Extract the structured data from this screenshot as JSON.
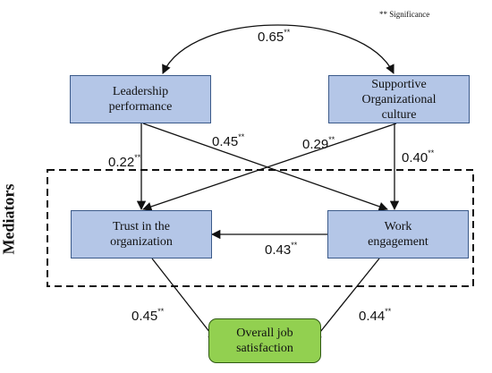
{
  "note": "** Significance",
  "group_label": "Mediators",
  "nodes": {
    "leadership": {
      "label": "Leadership\nperformance"
    },
    "supportive": {
      "label": "Supportive\nOrganizational\nculture"
    },
    "trust": {
      "label": "Trust in the\norganization"
    },
    "engagement": {
      "label": "Work\nengagement"
    },
    "satisfaction": {
      "label": "Overall job\nsatisfaction"
    }
  },
  "paths": {
    "corr": {
      "from": "Leadership performance",
      "to": "Supportive Organizational culture",
      "value": "0.65",
      "sig": "**"
    },
    "lead_trust": {
      "from": "Leadership performance",
      "to": "Trust in the organization",
      "value": "0.22",
      "sig": "**"
    },
    "lead_eng": {
      "from": "Leadership performance",
      "to": "Work engagement",
      "value": "0.45",
      "sig": "**"
    },
    "supp_trust": {
      "from": "Supportive Organizational culture",
      "to": "Trust in the organization",
      "value": "0.29",
      "sig": "**"
    },
    "supp_eng": {
      "from": "Supportive Organizational culture",
      "to": "Work engagement",
      "value": "0.40",
      "sig": "**"
    },
    "eng_trust": {
      "from": "Work engagement",
      "to": "Trust in the organization",
      "value": "0.43",
      "sig": "**"
    },
    "trust_sat": {
      "from": "Trust in the organization",
      "to": "Overall job satisfaction",
      "value": "0.45",
      "sig": "**"
    },
    "eng_sat": {
      "from": "Work engagement",
      "to": "Overall job satisfaction",
      "value": "0.44",
      "sig": "**"
    }
  }
}
